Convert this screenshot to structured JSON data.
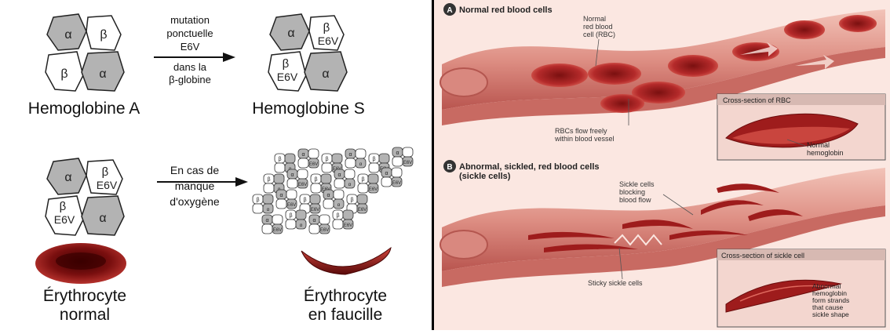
{
  "left": {
    "subunits": {
      "alpha": "α",
      "beta": "β",
      "e6v": "E6V"
    },
    "mutation_text": [
      "mutation",
      "ponctuelle",
      "E6V",
      "dans la",
      "β-globine"
    ],
    "label_hba": "Hemoglobine A",
    "label_hbs": "Hemoglobine S",
    "oxygen_text": [
      "En cas de",
      "manque",
      "d'oxygène"
    ],
    "label_normal": [
      "Érythrocyte",
      "normal"
    ],
    "label_sickle": [
      "Érythrocyte",
      "en faucille"
    ]
  },
  "right": {
    "panel_a_badge": "A",
    "panel_a_title": "Normal red blood cells",
    "rbc_label": [
      "Normal",
      "red blood",
      "cell (RBC)"
    ],
    "flow_label": [
      "RBCs flow freely",
      "within blood vessel"
    ],
    "cross_rbc_title": "Cross-section of RBC",
    "normal_hb_label": [
      "Normal",
      "hemoglobin"
    ],
    "panel_b_badge": "B",
    "panel_b_title": [
      "Abnormal, sickled, red blood cells",
      "(sickle cells)"
    ],
    "blocking_label": [
      "Sickle cells",
      "blocking",
      "blood flow"
    ],
    "sticky_label": "Sticky sickle cells",
    "cross_sickle_title": "Cross-section of sickle cell",
    "abnormal_hb_label": [
      "Abnormal",
      "hemoglobin",
      "form strands",
      "that cause",
      "sickle shape"
    ]
  },
  "colors": {
    "alpha_fill": "#b3b3b3",
    "blood_dark": "#8b1a1a",
    "blood_mid": "#c0393b",
    "vessel_pink": "#e7a59c",
    "background_pink": "#fbe7e1"
  }
}
